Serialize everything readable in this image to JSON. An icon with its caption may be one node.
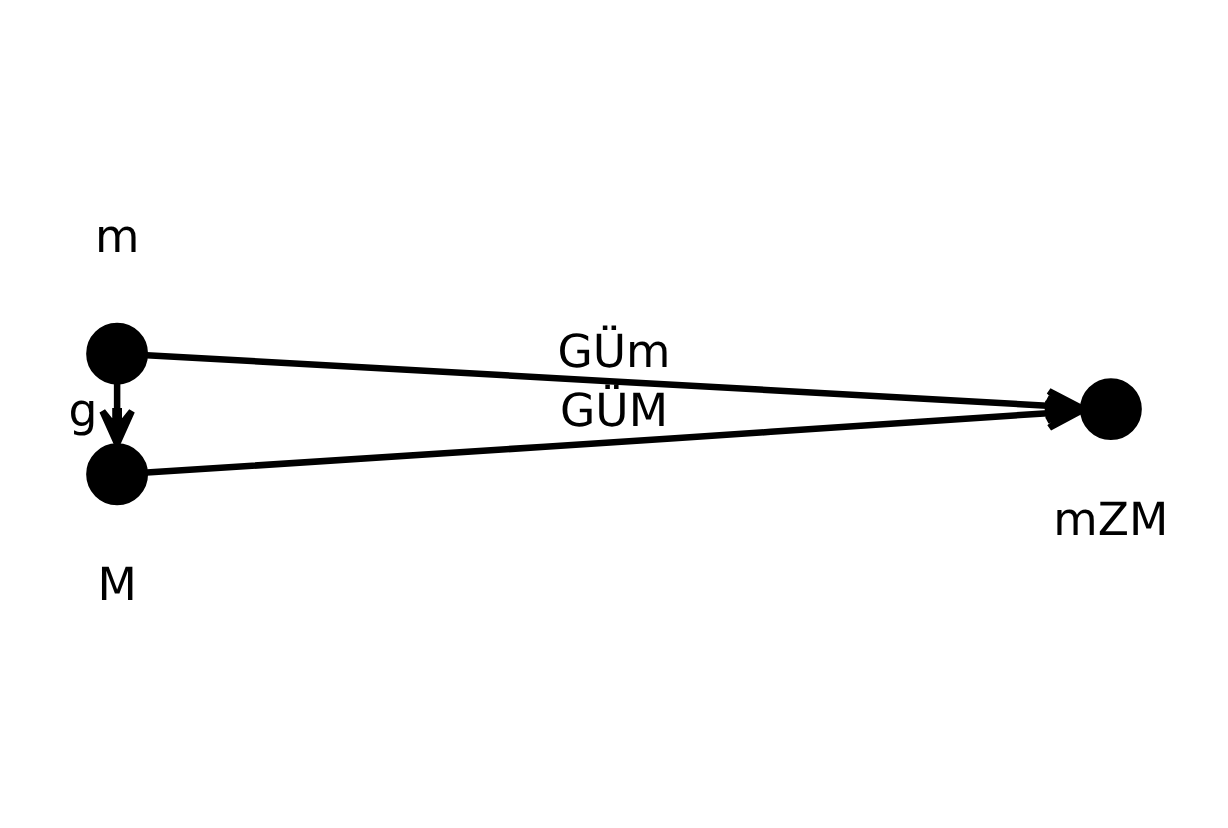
{
  "diagram": {
    "nodes": [
      {
        "text": [],
        "shape": "circle",
        "beside": [
          "m"
        ]
      },
      {
        "text": [],
        "shape": "circle",
        "beside": [
          "M"
        ]
      },
      {
        "text": [],
        "shape": "circle",
        "beside": [
          "mZM"
        ]
      }
    ],
    "edges": [
      {
        "from": 0,
        "to": 1,
        "arrow": "to",
        "label": "g"
      },
      {
        "from": 0,
        "to": 2,
        "arrow": "to",
        "label": "GÜm"
      },
      {
        "from": 1,
        "to": 2,
        "arrow": "to",
        "label": "GÜM"
      }
    ]
  }
}
